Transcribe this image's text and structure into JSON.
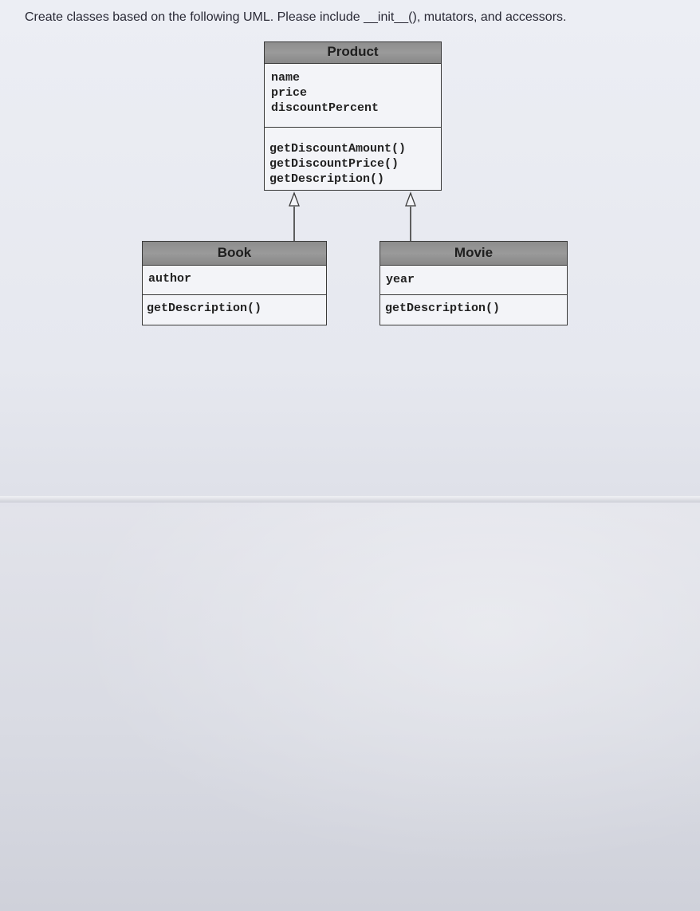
{
  "instruction": "Create classes based on the following UML. Please include __init__(), mutators, and accessors.",
  "classes": {
    "product": {
      "name": "Product",
      "attributes": [
        "name",
        "price",
        "discountPercent"
      ],
      "methods": [
        "getDiscountAmount()",
        "getDiscountPrice()",
        "getDescription()"
      ]
    },
    "book": {
      "name": "Book",
      "attributes": [
        "author"
      ],
      "methods": [
        "getDescription()"
      ]
    },
    "movie": {
      "name": "Movie",
      "attributes": [
        "year"
      ],
      "methods": [
        "getDescription()"
      ]
    }
  },
  "relations": [
    {
      "from": "Book",
      "to": "Product",
      "type": "inheritance"
    },
    {
      "from": "Movie",
      "to": "Product",
      "type": "inheritance"
    }
  ]
}
